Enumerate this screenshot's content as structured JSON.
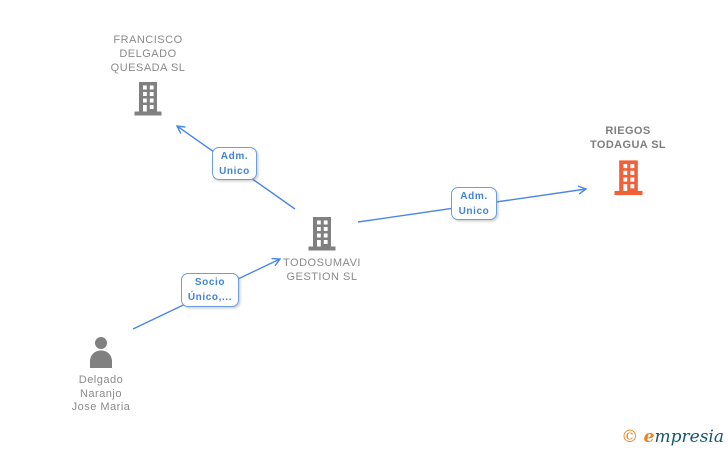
{
  "diagram": {
    "type": "corporate-relationship-graph"
  },
  "colors": {
    "arrow_blue": "#4a86e8",
    "box_border": "#6b9fe0",
    "box_text": "#4183d7",
    "node_text": "#8a8a8a",
    "icon_gray": "#808080",
    "icon_orange": "#f0613a",
    "logo_orange": "#e8821e",
    "logo_teal": "#14586f"
  },
  "nodes": {
    "francisco": {
      "type": "company",
      "lines": [
        "FRANCISCO",
        "DELGADO",
        "QUESADA SL"
      ]
    },
    "todosumavi": {
      "type": "company",
      "lines": [
        "TODOSUMAVI",
        "GESTION SL"
      ]
    },
    "riegos": {
      "type": "company",
      "lines": [
        "RIEGOS",
        "TODAGUA SL"
      ]
    },
    "delgado": {
      "type": "person",
      "lines": [
        "Delgado",
        "Naranjo",
        "Jose Maria"
      ]
    }
  },
  "edges": {
    "adm_unico_left": {
      "from": "todosumavi",
      "to": "francisco",
      "lines": [
        "Adm.",
        "Unico"
      ]
    },
    "adm_unico_right": {
      "from": "todosumavi",
      "to": "riegos",
      "lines": [
        "Adm.",
        "Unico"
      ]
    },
    "socio_unico": {
      "from": "delgado",
      "to": "todosumavi",
      "lines": [
        "Socio",
        "Único,..."
      ]
    }
  },
  "footer": {
    "copyright": "©",
    "logo_e": "e",
    "logo_rest": "mpresia"
  }
}
